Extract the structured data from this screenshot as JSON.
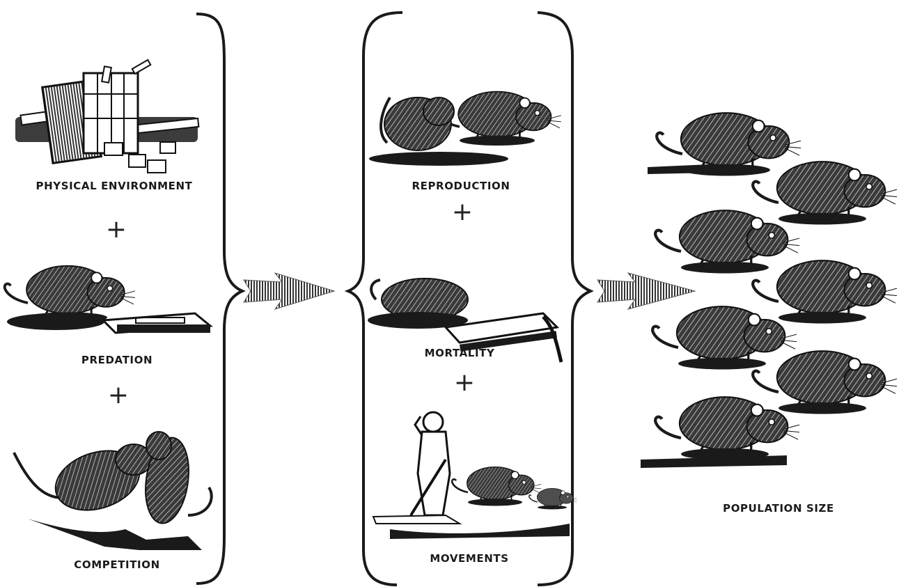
{
  "factors": {
    "physical_environment": "PHYSICAL ENVIRONMENT",
    "predation": "PREDATION",
    "competition": "COMPETITION"
  },
  "processes": {
    "reproduction": "REPRODUCTION",
    "mortality": "MORTALITY",
    "movements": "MOVEMENTS"
  },
  "outcome": {
    "population_size": "POPULATION SIZE"
  },
  "operators": {
    "plus": "+"
  },
  "colors": {
    "ink": "#1a1a1a",
    "background": "#ffffff"
  },
  "icons": [
    "debris-pile-icon",
    "vole-at-trap-icon",
    "fighting-voles-icon",
    "mating-voles-icon",
    "vole-in-trap-icon",
    "man-with-voles-icon",
    "vole-group-icon",
    "hatched-arrow-icon",
    "brace-icon"
  ]
}
